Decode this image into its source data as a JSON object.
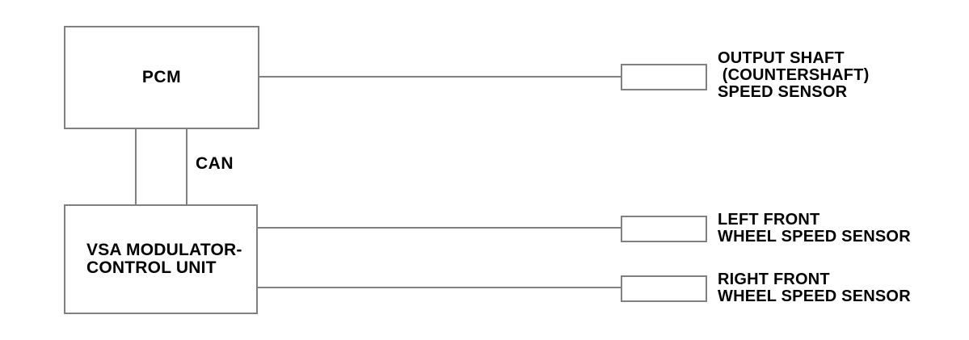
{
  "colors": {
    "line": "#808080",
    "text": "#000000",
    "background": "#ffffff"
  },
  "nodes": {
    "pcm": {
      "label": "PCM"
    },
    "vsa": {
      "label_line1": "VSA MODULATOR-",
      "label_line2": "CONTROL UNIT"
    }
  },
  "bus": {
    "label": "CAN"
  },
  "sensors": {
    "output_shaft": {
      "line1": "OUTPUT SHAFT",
      "line2": " (COUNTERSHAFT)",
      "line3": "SPEED SENSOR"
    },
    "left_front": {
      "line1": "LEFT FRONT",
      "line2": "WHEEL SPEED SENSOR"
    },
    "right_front": {
      "line1": "RIGHT FRONT",
      "line2": "WHEEL SPEED SENSOR"
    }
  }
}
